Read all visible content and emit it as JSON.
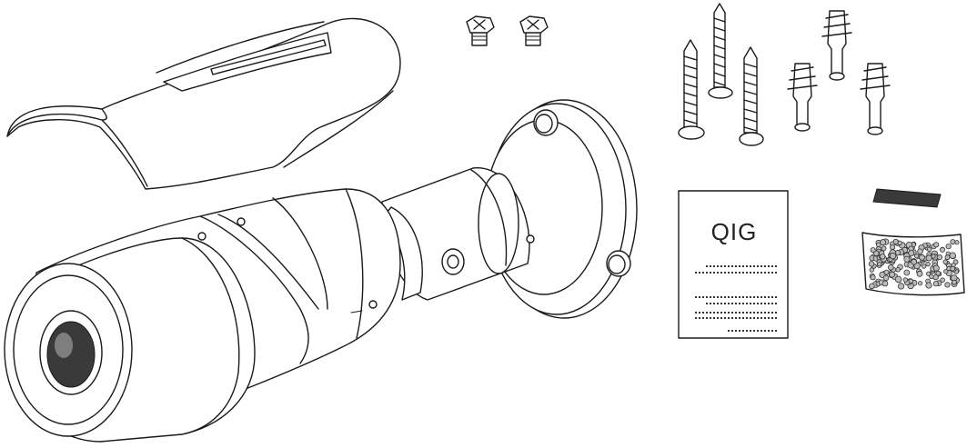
{
  "qig": {
    "title": "QIG"
  },
  "items": [
    {
      "id": "bullet-camera",
      "icon": "bullet-camera-icon"
    },
    {
      "id": "sun-shield",
      "icon": "sun-shield-icon"
    },
    {
      "id": "mount-screws",
      "icon": "screw-icon"
    },
    {
      "id": "wall-screws",
      "icon": "long-screw-icon"
    },
    {
      "id": "wall-anchors",
      "icon": "anchor-icon"
    },
    {
      "id": "quick-install-guide",
      "icon": "document-icon"
    },
    {
      "id": "sealing-strip",
      "icon": "strip-icon"
    },
    {
      "id": "desiccant-bag",
      "icon": "desiccant-icon"
    }
  ],
  "colors": {
    "line": "#1a1a1a",
    "background": "#ffffff"
  }
}
